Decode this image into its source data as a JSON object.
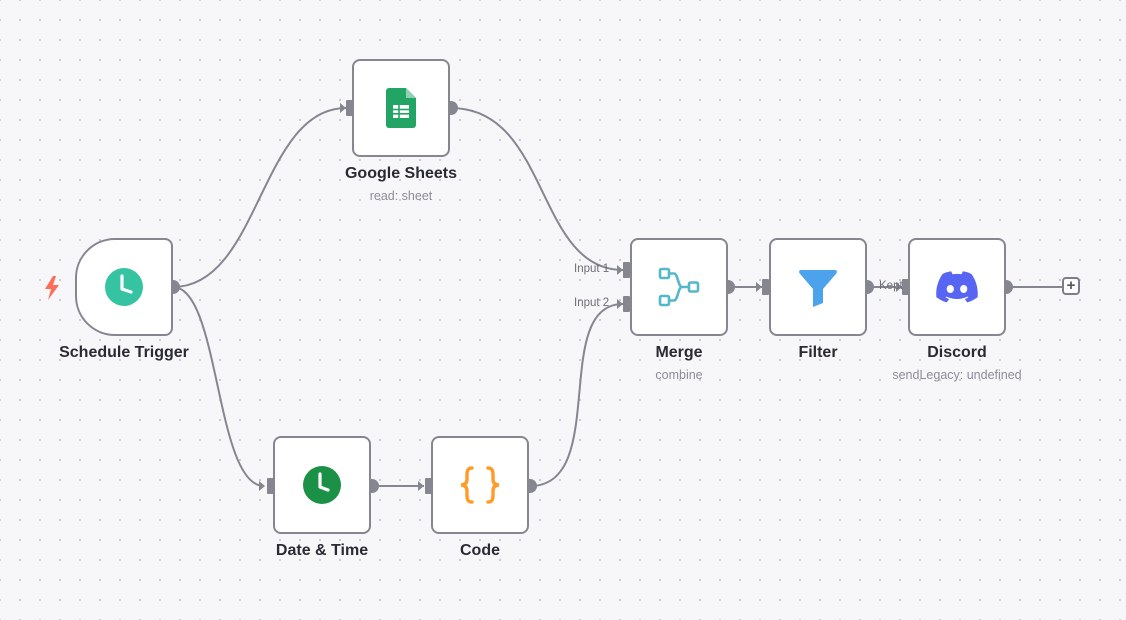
{
  "workflow": {
    "nodes": {
      "schedule_trigger": {
        "label": "Schedule Trigger",
        "icon": "clock-icon",
        "color": "#35c3a1"
      },
      "google_sheets": {
        "label": "Google Sheets",
        "subtitle": "read: sheet",
        "icon": "google-sheets-icon",
        "color": "#21a464"
      },
      "date_time": {
        "label": "Date & Time",
        "icon": "clock-icon",
        "color": "#1b9148"
      },
      "code": {
        "label": "Code",
        "icon": "code-braces-icon",
        "color": "#ff9b26"
      },
      "merge": {
        "label": "Merge",
        "subtitle": "combine",
        "icon": "merge-icon",
        "color": "#54b8c9",
        "inputs": [
          "Input 1",
          "Input 2"
        ]
      },
      "filter": {
        "label": "Filter",
        "icon": "filter-icon",
        "color": "#4ca3ec",
        "output": "Kept"
      },
      "discord": {
        "label": "Discord",
        "subtitle": "sendLegacy: undefined",
        "icon": "discord-icon",
        "color": "#5865f2"
      }
    },
    "add_node_symbol": "+"
  },
  "colors": {
    "edge": "#868691",
    "node_border": "#868691",
    "trigger_bolt": "#ff6d5a"
  }
}
